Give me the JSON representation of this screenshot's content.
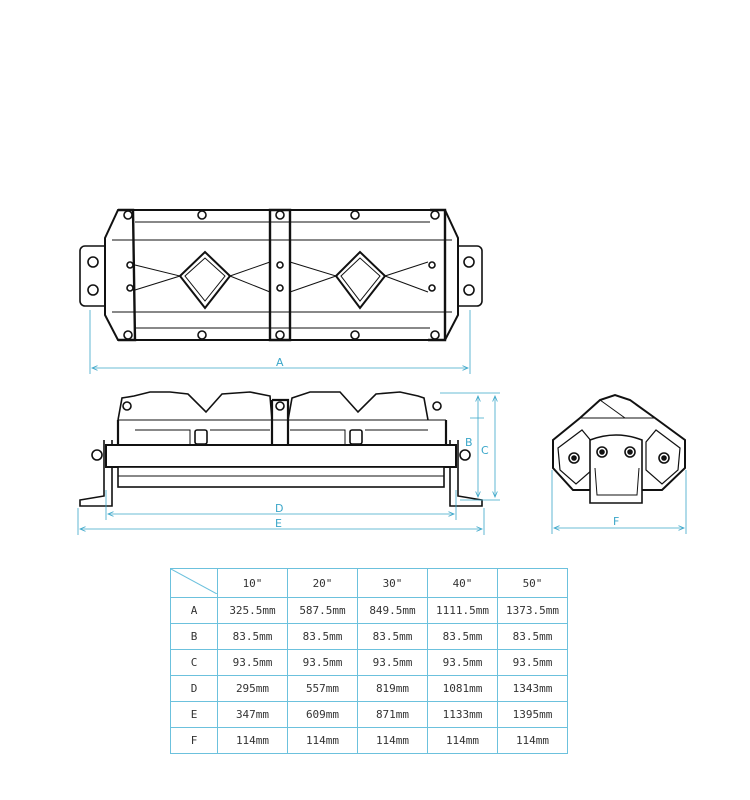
{
  "dimension_labels": {
    "A": "A",
    "B": "B",
    "C": "C",
    "D": "D",
    "E": "E",
    "F": "F"
  },
  "colors": {
    "dimension_line": "#3aa6c9",
    "outline": "#111111",
    "table_border": "#6cc1dd"
  },
  "table": {
    "columns": [
      "10\"",
      "20\"",
      "30\"",
      "40\"",
      "50\""
    ],
    "rows": [
      {
        "label": "A",
        "values": [
          "325.5mm",
          "587.5mm",
          "849.5mm",
          "1111.5mm",
          "1373.5mm"
        ]
      },
      {
        "label": "B",
        "values": [
          "83.5mm",
          "83.5mm",
          "83.5mm",
          "83.5mm",
          "83.5mm"
        ]
      },
      {
        "label": "C",
        "values": [
          "93.5mm",
          "93.5mm",
          "93.5mm",
          "93.5mm",
          "93.5mm"
        ]
      },
      {
        "label": "D",
        "values": [
          "295mm",
          "557mm",
          "819mm",
          "1081mm",
          "1343mm"
        ]
      },
      {
        "label": "E",
        "values": [
          "347mm",
          "609mm",
          "871mm",
          "1133mm",
          "1395mm"
        ]
      },
      {
        "label": "F",
        "values": [
          "114mm",
          "114mm",
          "114mm",
          "114mm",
          "114mm"
        ]
      }
    ]
  }
}
